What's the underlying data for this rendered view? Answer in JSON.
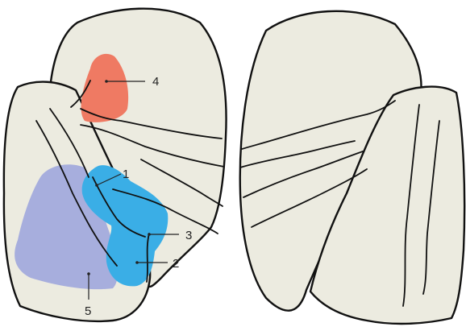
{
  "colors": {
    "background": "#ffffff",
    "brain_fill": "#ecebe0",
    "outline": "#111111",
    "area_4": "#ef7a63",
    "area_1_2_3": "#3aaee6",
    "area_5": "#a7aedd"
  },
  "labels": {
    "area_1": "1",
    "area_2": "2",
    "area_3": "3",
    "area_4": "4",
    "area_5": "5"
  }
}
